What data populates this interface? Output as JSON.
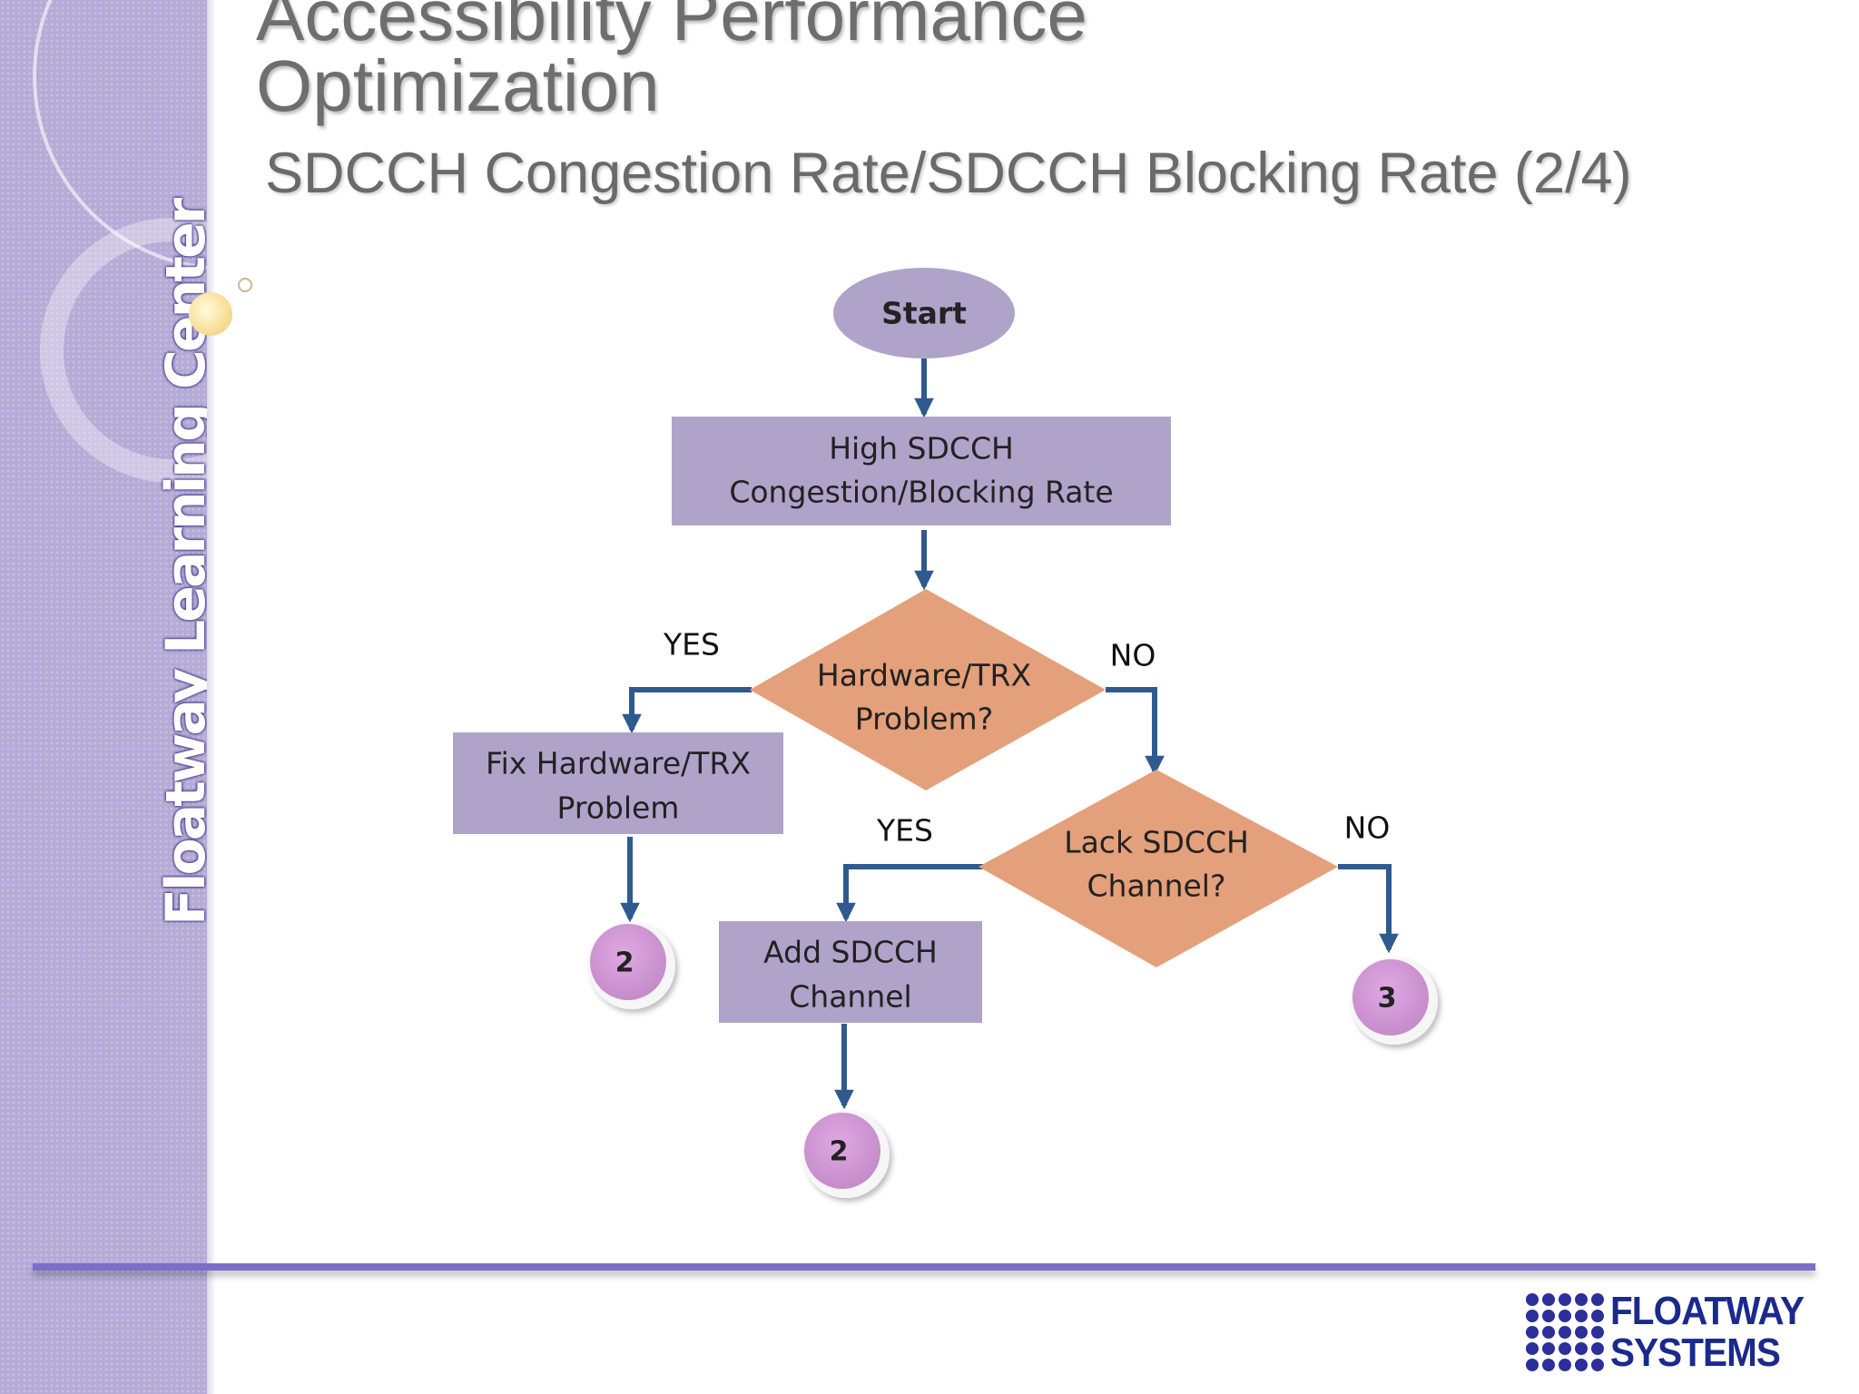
{
  "slide": {
    "title_line1": "Accessibility Performance",
    "title_line2": "Optimization",
    "subtitle": "SDCCH Congestion Rate/SDCCH Blocking Rate (2/4)",
    "sidebar_text": "Floatway Learning Center",
    "logo_line1": "FLOATWAY",
    "logo_line2": "SYSTEMS"
  },
  "colors": {
    "sidebar": "#b4abd6",
    "process_box": "#b0a3c9",
    "decision": "#e4a07a",
    "connector": "#cc8fd1",
    "arrow": "#2f5a8f",
    "rule": "#7b6fc8",
    "logo": "#1a2a8c"
  },
  "flowchart": {
    "start": "Start",
    "step1": [
      "High SDCCH",
      "Congestion/Blocking Rate"
    ],
    "decision1": [
      "Hardware/TRX",
      "Problem?"
    ],
    "decision1_yes": "YES",
    "decision1_no": "NO",
    "fix_hw": [
      "Fix Hardware/TRX",
      "Problem"
    ],
    "decision2": [
      "Lack SDCCH",
      "Channel?"
    ],
    "decision2_yes": "YES",
    "decision2_no": "NO",
    "add_sdcch": [
      "Add SDCCH",
      "Channel"
    ],
    "connector_fix": "2",
    "connector_add": "2",
    "connector_no": "3"
  }
}
